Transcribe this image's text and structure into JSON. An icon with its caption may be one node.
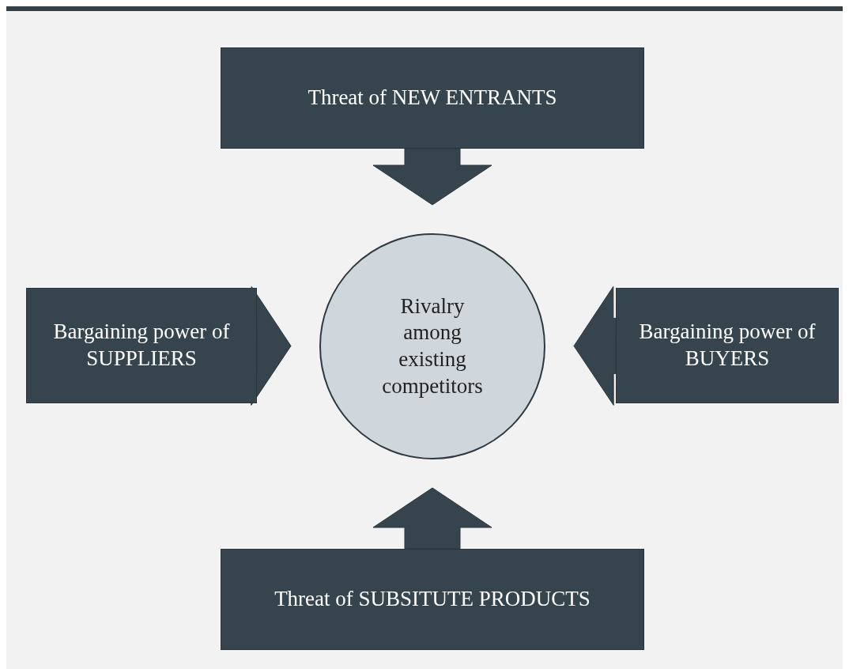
{
  "diagram": {
    "nodes": [
      {
        "text": [
          "Threat of NEW ENTRANTS"
        ]
      },
      {
        "text": [
          "Bargaining power of SUPPLIERS"
        ]
      },
      {
        "text": [
          "Rivalry among existing competitors"
        ]
      },
      {
        "text": [
          "Bargaining power of BUYERS"
        ]
      },
      {
        "text": [
          "Threat of SUBSITUTE PRODUCTS"
        ]
      }
    ],
    "edges": [
      {
        "from": 0,
        "to": 2,
        "arrow": "to"
      },
      {
        "from": 1,
        "to": 2,
        "arrow": "to"
      },
      {
        "from": 3,
        "to": 2,
        "arrow": "to"
      },
      {
        "from": 4,
        "to": 2,
        "arrow": "to"
      }
    ]
  }
}
